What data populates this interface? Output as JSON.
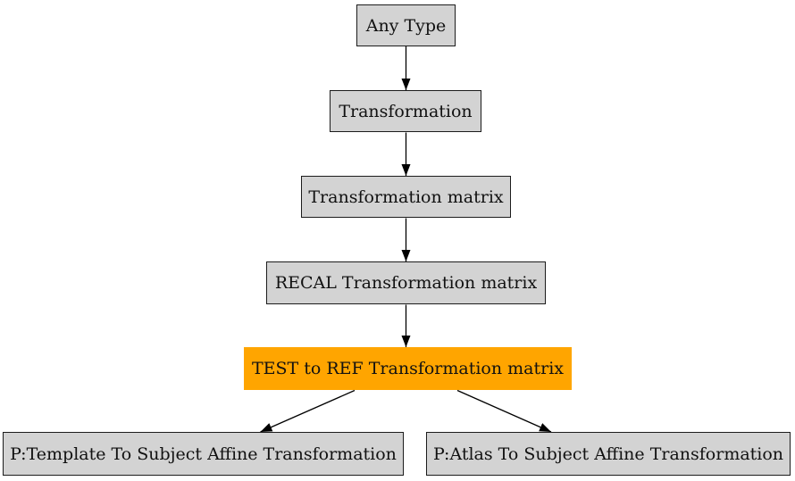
{
  "diagram": {
    "type": "flowchart",
    "colors": {
      "background": "#ffffff",
      "node_fill": "#d3d3d3",
      "node_border": "#1c1c1c",
      "highlight_fill": "#ffa500",
      "edge_color": "#000000",
      "text_color": "#111111"
    },
    "nodes": [
      {
        "id": "any-type",
        "label": "Any Type",
        "highlighted": false
      },
      {
        "id": "transformation",
        "label": "Transformation",
        "highlighted": false
      },
      {
        "id": "transformation-matrix",
        "label": "Transformation matrix",
        "highlighted": false
      },
      {
        "id": "recal-transformation-matrix",
        "label": "RECAL Transformation matrix",
        "highlighted": false
      },
      {
        "id": "test-to-ref-transformation-matrix",
        "label": "TEST to REF Transformation matrix",
        "highlighted": true
      },
      {
        "id": "p-template-to-subject-affine-transformation",
        "label": "P:Template To Subject Affine Transformation",
        "highlighted": false
      },
      {
        "id": "p-atlas-to-subject-affine-transformation",
        "label": "P:Atlas To Subject Affine Transformation",
        "highlighted": false
      }
    ],
    "edges": [
      {
        "from": "any-type",
        "to": "transformation"
      },
      {
        "from": "transformation",
        "to": "transformation-matrix"
      },
      {
        "from": "transformation-matrix",
        "to": "recal-transformation-matrix"
      },
      {
        "from": "recal-transformation-matrix",
        "to": "test-to-ref-transformation-matrix"
      },
      {
        "from": "test-to-ref-transformation-matrix",
        "to": "p-template-to-subject-affine-transformation"
      },
      {
        "from": "test-to-ref-transformation-matrix",
        "to": "p-atlas-to-subject-affine-transformation"
      }
    ]
  }
}
